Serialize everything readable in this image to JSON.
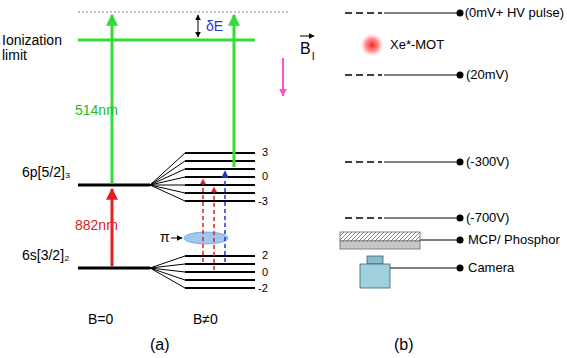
{
  "diagram": {
    "labels": [
      "Ionization limit",
      "δE",
      "514nm",
      "6p[5/2]₃",
      "882nm",
      "6s[3/2]₂",
      "3",
      "0",
      "-3",
      "π",
      "2",
      "0",
      "-2",
      "B=0",
      "B≠0",
      "(a)",
      "B",
      "l",
      "(0mV+ HV pulse)",
      "Xe*-MOT",
      "(20mV)",
      "(-300V)",
      "(-700V)",
      "MCP/ Phosphor",
      "Camera",
      "(b)"
    ]
  }
}
